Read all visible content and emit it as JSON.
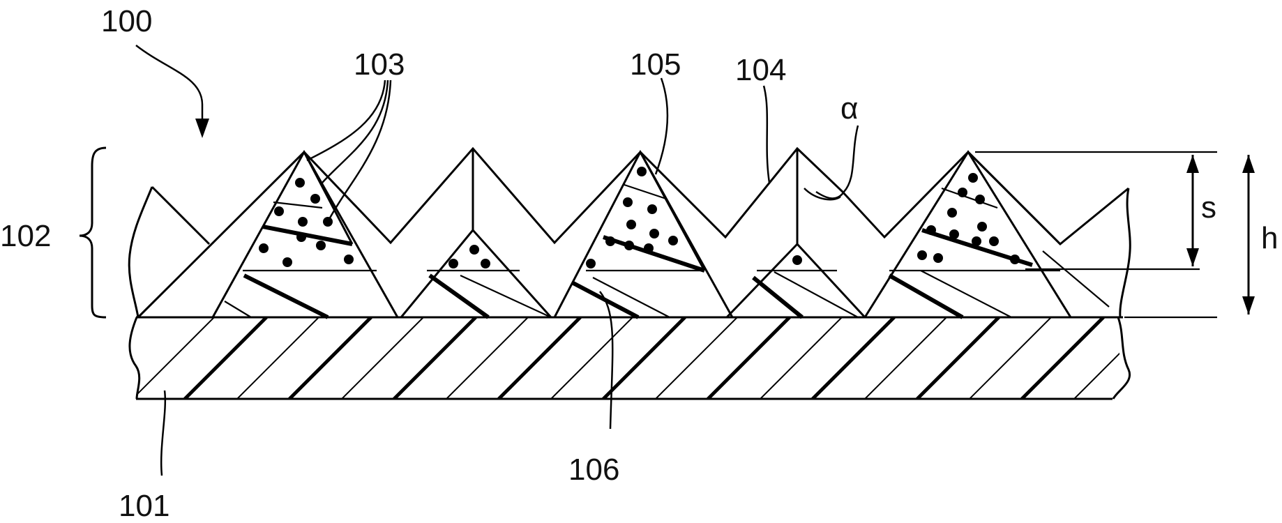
{
  "labels": {
    "l100": "100",
    "l101": "101",
    "l102": "102",
    "l103": "103",
    "l104": "104",
    "l105": "105",
    "l106": "106",
    "alpha": "α",
    "s": "s",
    "h": "h"
  }
}
